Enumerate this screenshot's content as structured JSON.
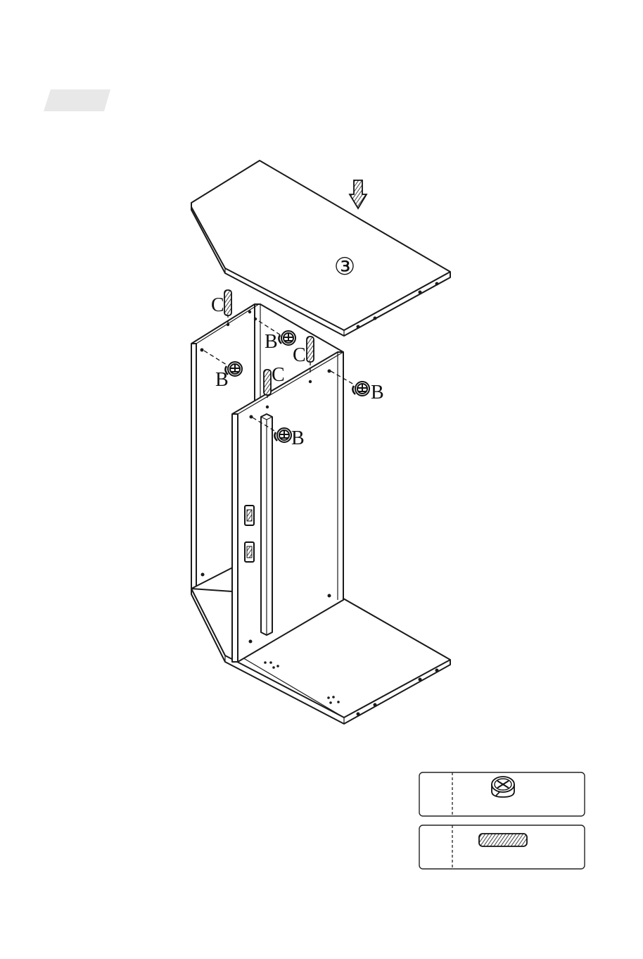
{
  "step": {
    "badge_text": "",
    "badge_color": "#e8e8e8"
  },
  "panel_number": "③",
  "arrow": {
    "icon": "down-arrow-icon"
  },
  "parts": [
    {
      "letter": "B",
      "name": "cam-lock",
      "icon": "cam-lock-icon"
    },
    {
      "letter": "C",
      "name": "wooden-dowel",
      "icon": "dowel-icon"
    }
  ],
  "labels": {
    "b1": "B",
    "b2": "B",
    "b3": "B",
    "b4": "B",
    "c1": "C",
    "c2": "C",
    "c3": "C"
  },
  "legend": [
    {
      "label": "",
      "icon": "cam-lock-icon"
    },
    {
      "label": "",
      "icon": "dowel-icon"
    }
  ]
}
